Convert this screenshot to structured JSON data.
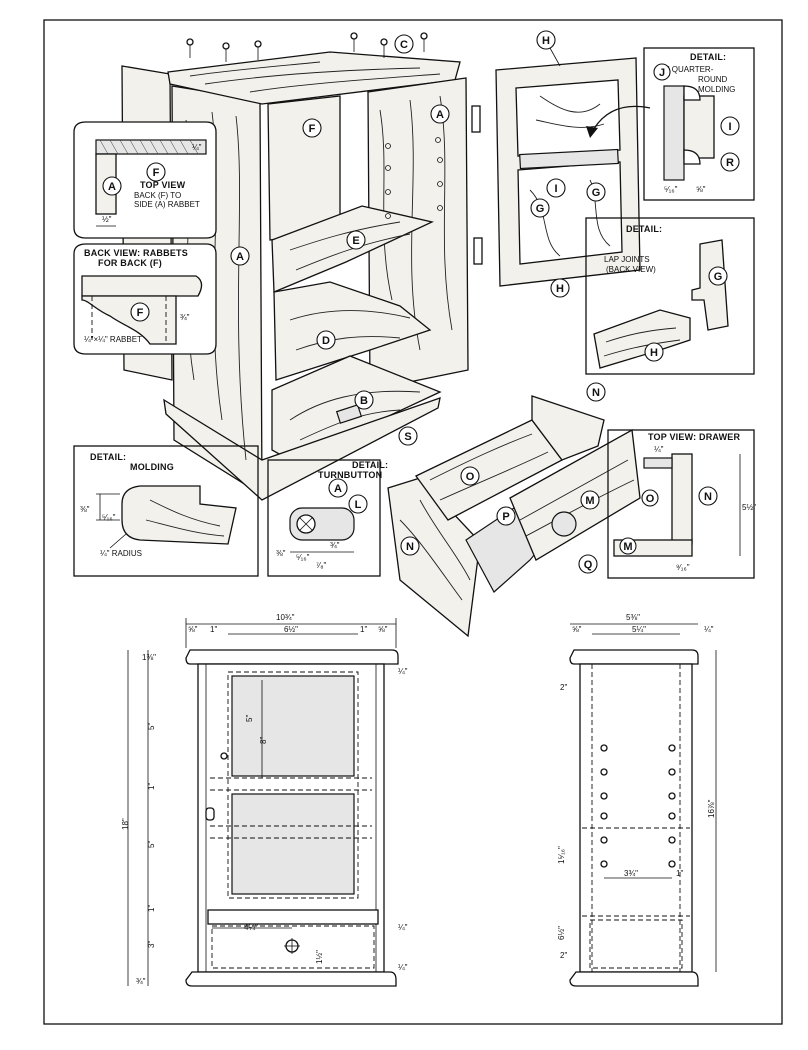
{
  "callouts": {
    "A": "A",
    "C": "C",
    "D": "D",
    "E": "E",
    "F": "F",
    "B": "B",
    "S": "S",
    "H": "H",
    "I": "I",
    "G": "G",
    "J": "J",
    "R": "R",
    "L": "L",
    "N": "N",
    "O": "O",
    "M": "M",
    "P": "P",
    "Q": "Q"
  },
  "detail_top_view": {
    "heading": "TOP VIEW",
    "line1": "BACK (F) TO",
    "line2": "SIDE (A) RABBET",
    "dim_a": "¼\"",
    "dim_b": "½\""
  },
  "detail_back_view": {
    "line1": "BACK VIEW: RABBETS",
    "line2": "FOR BACK (F)",
    "rabbet": "¼\"×¼\" RABBET",
    "dim": "¾\""
  },
  "detail_molding": {
    "heading": "DETAIL:",
    "title": "MOLDING",
    "radius": "¼\" RADIUS",
    "dim_a": "⅜\"",
    "dim_b": "⁵⁄₁₆\""
  },
  "detail_turnbutton": {
    "heading": "DETAIL:",
    "title": "TURNBUTTON",
    "dim_a": "⅜\"",
    "dim_b": "¾\"",
    "dim_c": "⁵⁄₁₆\"",
    "dim_d": "⁷⁄₈\""
  },
  "detail_quarter_round": {
    "heading": "DETAIL:",
    "title1": "¼\" QUARTER-",
    "title2": "ROUND",
    "title3": "MOLDING",
    "dim_a": "⁵⁄₁₆\"",
    "dim_b": "⅝\""
  },
  "detail_lap_joints": {
    "heading": "DETAIL:",
    "line1": "LAP JOINTS",
    "line2": "(BACK VIEW)"
  },
  "detail_drawer": {
    "heading": "TOP VIEW: DRAWER",
    "dim_height": "5½\"",
    "dim_a": "¼\"",
    "dim_b": "⁹⁄₁₆\""
  },
  "front_view": {
    "overall_width": "10¾\"",
    "inner_width": "6½\"",
    "left_gap": "1\"",
    "right_gap": "1\"",
    "edge_left": "⅝\"",
    "edge_right": "⅝\"",
    "overall_height": "18\"",
    "top_band": "1⅜\"",
    "upper_space": "5\"",
    "door_height": "8\"",
    "door_offset": "5\"",
    "shelf_gap": "1\"",
    "lower_space": "5\"",
    "bottom_gap": "1\"",
    "drawer_height": "3\"",
    "base": "¾\"",
    "drawer_offset": "4¼\"",
    "knob_height": "1½\"",
    "rail": "¼\""
  },
  "side_view": {
    "overall_width": "5⅜\"",
    "inner_width": "5¼\"",
    "edge_left": "⅝\"",
    "edge_right": "¼\"",
    "overall_height": "16⅞\"",
    "shelf_spacing": "1⁵⁄₁₆\"",
    "pin_span": "3¾\"",
    "pin_gap": "1\"",
    "drawer_space": "6½\"",
    "top_dim": "2\"",
    "bottom_dim": "2\""
  }
}
